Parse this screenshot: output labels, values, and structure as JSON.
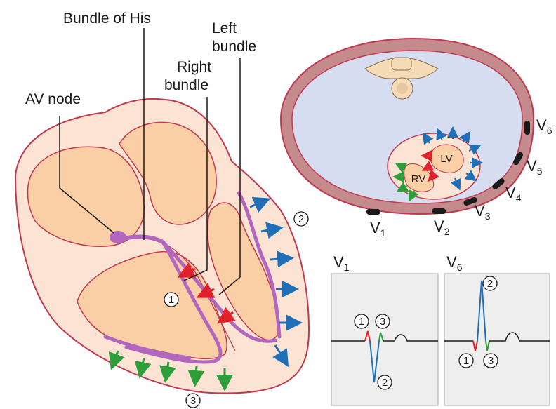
{
  "heart": {
    "labels": {
      "bundle_of_his": "Bundle of His",
      "left_bundle_1": "Left",
      "left_bundle_2": "bundle",
      "right_bundle_1": "Right",
      "right_bundle_2": "bundle",
      "av_node": "AV node"
    },
    "phase_markers": {
      "one": "1",
      "two": "2",
      "three": "3"
    }
  },
  "chest": {
    "chambers": {
      "lv": "LV",
      "rv": "RV"
    },
    "leads": [
      {
        "main": "V",
        "sub": "1"
      },
      {
        "main": "V",
        "sub": "2"
      },
      {
        "main": "V",
        "sub": "3"
      },
      {
        "main": "V",
        "sub": "4"
      },
      {
        "main": "V",
        "sub": "5"
      },
      {
        "main": "V",
        "sub": "6"
      }
    ]
  },
  "ecg": {
    "v1": {
      "title_main": "V",
      "title_sub": "1",
      "markers": [
        "1",
        "3",
        "2"
      ]
    },
    "v6": {
      "title_main": "V",
      "title_sub": "6",
      "markers": [
        "2",
        "1",
        "3"
      ]
    }
  },
  "colors": {
    "outer_border": "#c0394f",
    "tissue_light": "#fde3d3",
    "chamber": "#fbcfa6",
    "conduction": "#b266bd",
    "arrow_blue": "#1e6fb8",
    "arrow_red": "#e0202a",
    "arrow_green": "#2e9e3a",
    "chest_lumen": "#d7ddf0",
    "chest_wall": "#c48a8c",
    "ecg_bg": "#eeeeee"
  },
  "icons": [
    "circle-number-marker",
    "depolarization-arrow",
    "electrode-pad"
  ]
}
